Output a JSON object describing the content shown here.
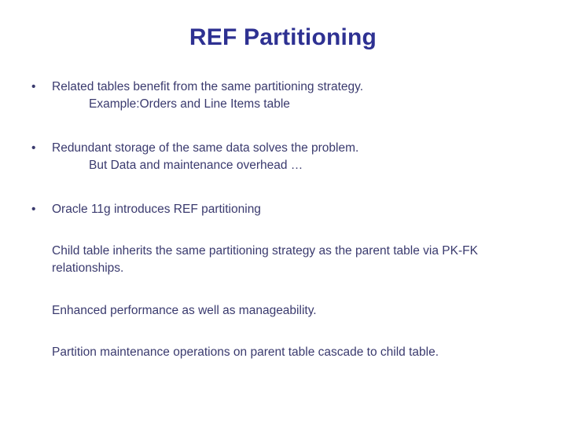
{
  "slide": {
    "title": "REF Partitioning",
    "title_color": "#2e3192",
    "body_color": "#3a3a6e",
    "background_color": "#ffffff",
    "bullet_glyph": "•",
    "bullets": [
      {
        "text": "Related tables benefit from the same partitioning strategy.",
        "subline": "Example:Orders and Line Items table"
      },
      {
        "text": "Redundant storage of the same data solves the problem.",
        "subline": "But Data and maintenance overhead …"
      },
      {
        "text": "Oracle 11g introduces REF partitioning",
        "subline": ""
      }
    ],
    "paragraphs": [
      "Child table inherits the same partitioning strategy as the parent table via PK-FK relationships.",
      "Enhanced performance as well as manageability.",
      "Partition maintenance operations on parent table cascade to child table."
    ]
  }
}
